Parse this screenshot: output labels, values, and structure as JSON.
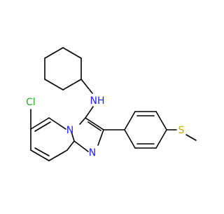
{
  "diagram": {
    "type": "chemical-structure",
    "atom_labels": {
      "chlorine": "Cl",
      "amine": "NH",
      "bridgehead_nitrogen": "N",
      "imidazole_nitrogen": "N",
      "sulfur": "S"
    },
    "colors": {
      "bond": "#000000",
      "chlorine": "#22aa22",
      "nitrogen": "#2222ff",
      "sulfur": "#b8b000"
    }
  }
}
